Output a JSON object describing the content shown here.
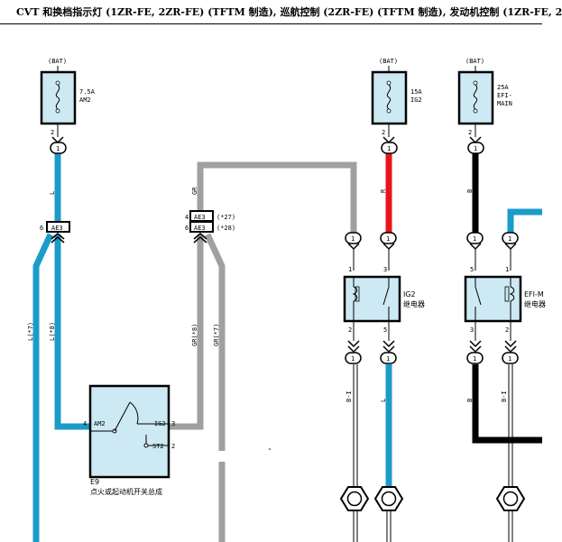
{
  "title": "CVT 和换档指示灯 (1ZR-FE, 2ZR-FE) (TFTM 制造), 巡航控制 (2ZR-FE) (TFTM 制造), 发动机控制 (1ZR-FE, 2",
  "fuses": [
    {
      "source": "(BAT)",
      "line1": "7.5A",
      "line2": "AM2",
      "line3": "",
      "pin": "2",
      "conn": "1"
    },
    {
      "source": "(BAT)",
      "line1": "15A",
      "line2": "IG2",
      "line3": "",
      "pin": "2",
      "conn": "1"
    },
    {
      "source": "(BAT)",
      "line1": "25A",
      "line2": "EFI-",
      "line3": "MAIN",
      "pin": "2",
      "conn": "1"
    }
  ],
  "wires": {
    "l": "L",
    "gr": "GR",
    "r": "R",
    "b": "B",
    "l7": "L(*7)",
    "l8": "L(*8)",
    "gr8": "GR(*8)",
    "gr7": "GR(*7)",
    "l_bottom": "L",
    "b_bottom": "B",
    "br1": "B-I",
    "br2": "B-I"
  },
  "junctions": {
    "ae3_left": "AE3",
    "ae3_left_pin": "6",
    "ae3_mid_top": "AE3",
    "ae3_mid_top_pin": "4",
    "ae3_mid_top_note": "(*27)",
    "ae3_mid_bot": "AE3",
    "ae3_mid_bot_pin": "6",
    "ae3_mid_bot_note": "(*28)"
  },
  "connectors": {
    "c1": "1"
  },
  "relay_ig2": {
    "label1": "IG2",
    "label2": "继电器",
    "pin_tl": "1",
    "pin_tr": "3",
    "pin_bl": "2",
    "pin_br": "5"
  },
  "relay_efi": {
    "label1": "EFI-M",
    "label2": "继电器",
    "pin_tl": "5",
    "pin_tr": "1",
    "pin_bl": "3",
    "pin_br": "2"
  },
  "switch": {
    "id": "E9",
    "name": "点火或起动机开关总成",
    "am2": "AM2",
    "ig2": "IG2",
    "st2": "ST2",
    "pin_am2": "4",
    "pin_ig2": "3",
    "pin_st2": "2"
  },
  "colors": {
    "blue": "#1b9cc8",
    "gray": "#a0a0a0",
    "red": "#e8141b",
    "black": "#000000",
    "box": "#cde9f3"
  }
}
